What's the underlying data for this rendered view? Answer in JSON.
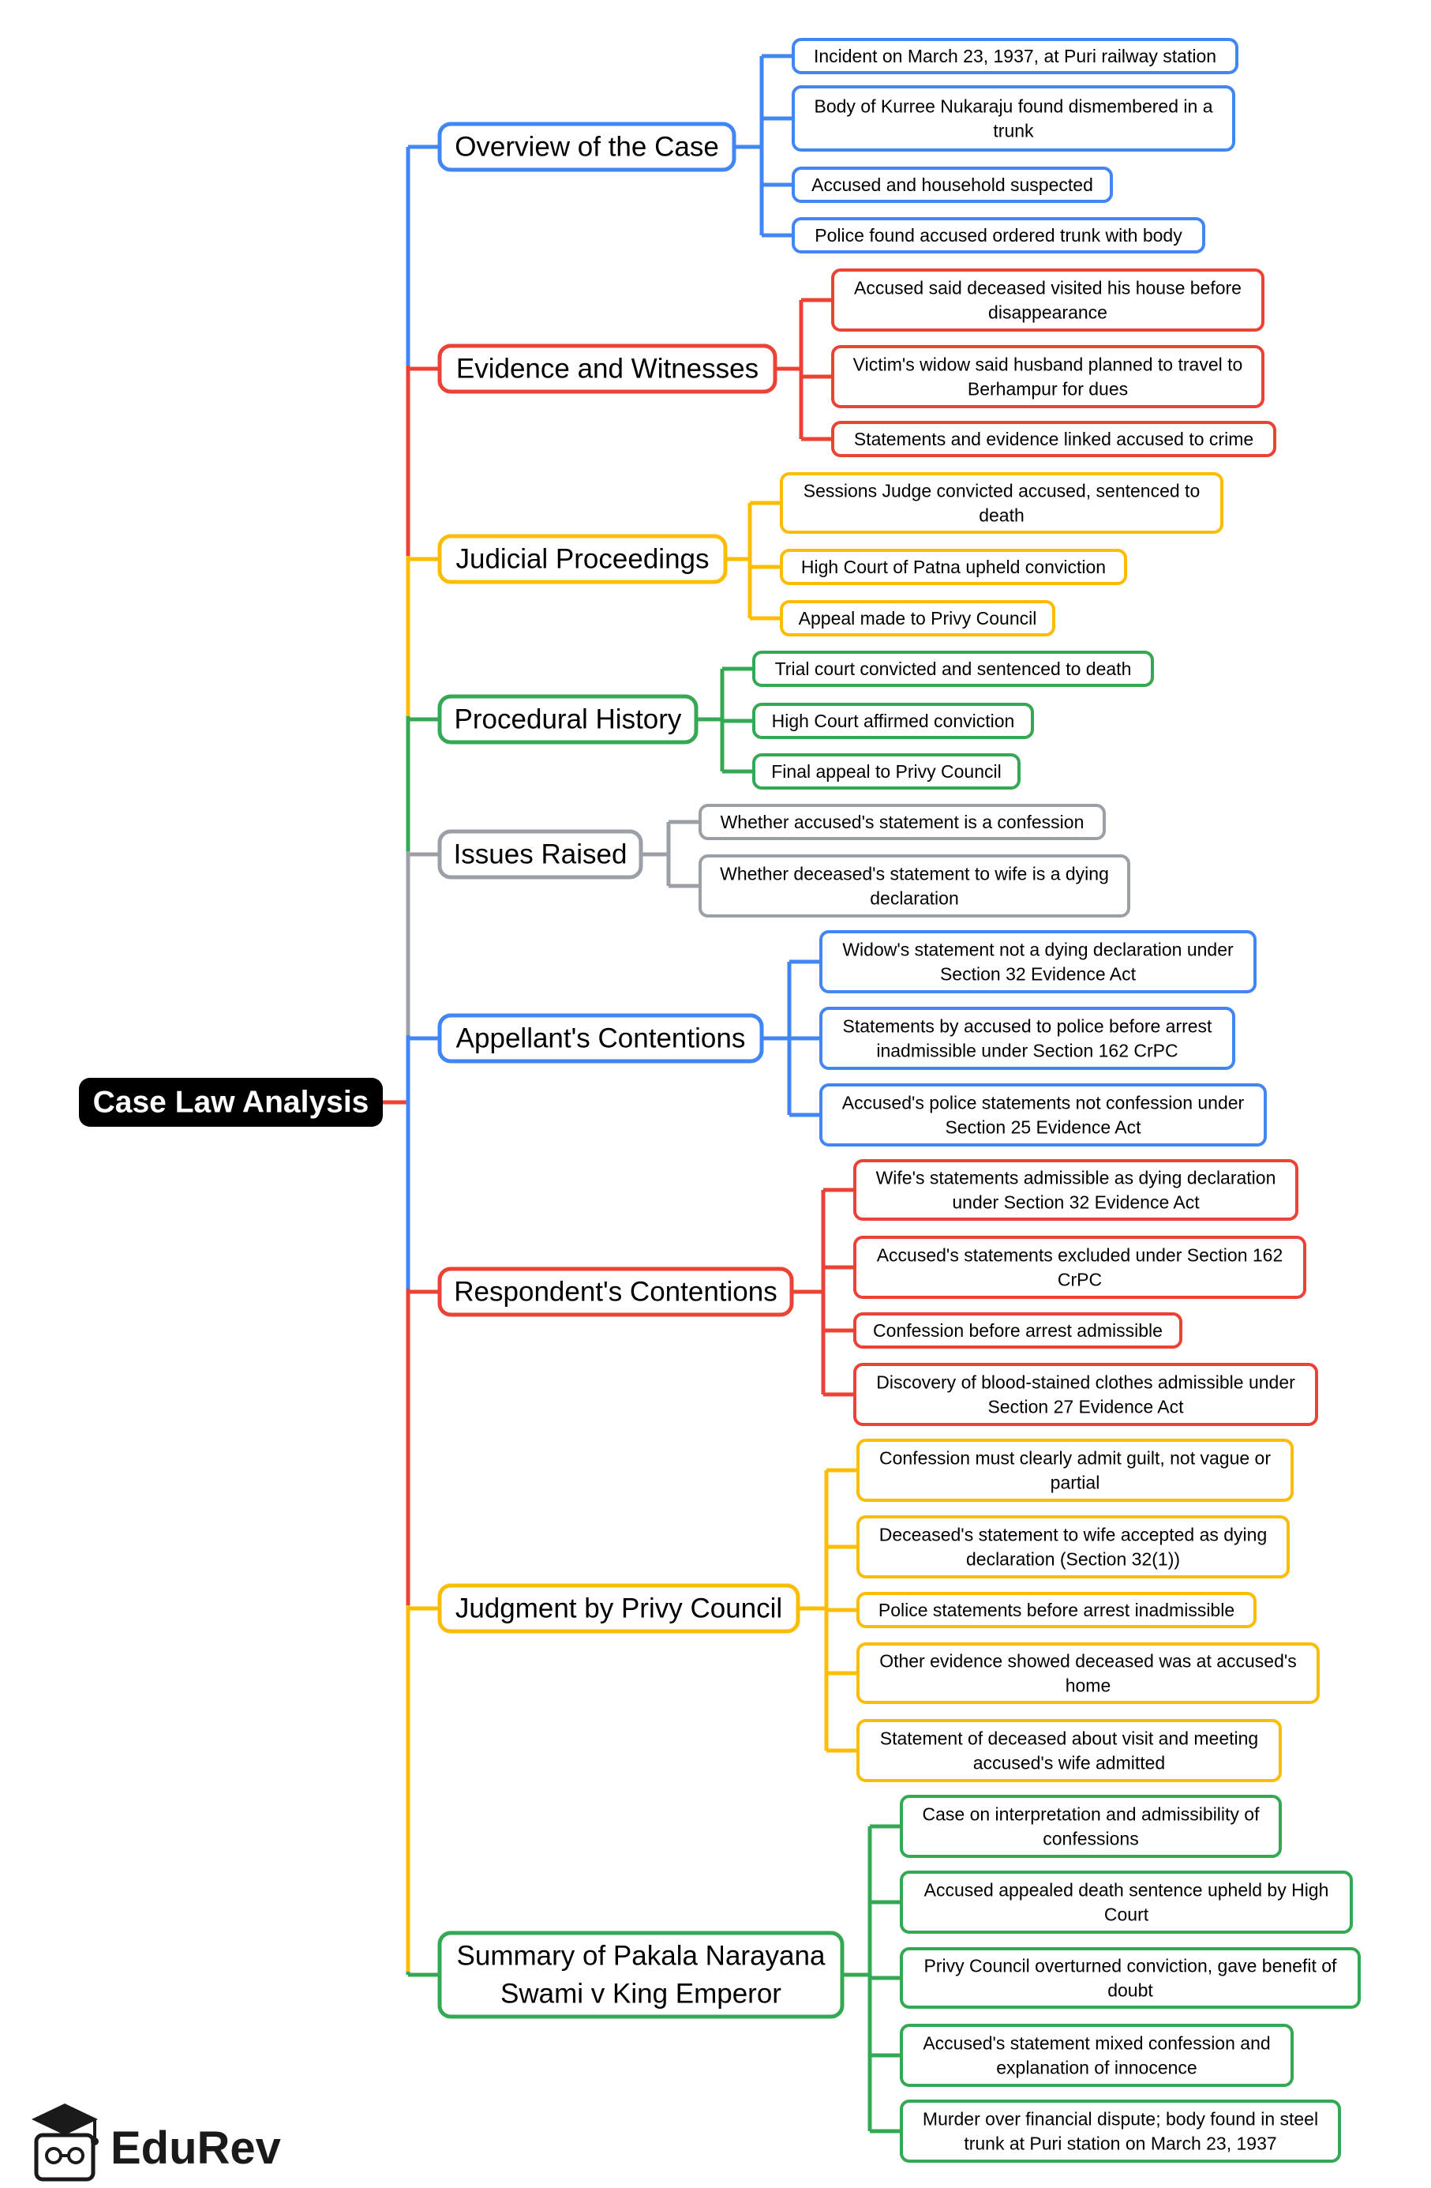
{
  "root": {
    "label": "Case Law Analysis",
    "color": "#000000"
  },
  "branches": [
    {
      "label": [
        "Overview of the Case"
      ],
      "color": "#4285F4",
      "items": [
        [
          "Incident on March 23, 1937, at Puri railway station"
        ],
        [
          "Body of Kurree Nukaraju found dismembered in a",
          "trunk"
        ],
        [
          "Accused and household suspected"
        ],
        [
          "Police found accused ordered trunk with body"
        ]
      ]
    },
    {
      "label": [
        "Evidence and Witnesses"
      ],
      "color": "#EA4335",
      "items": [
        [
          "Accused said deceased visited his house before",
          "disappearance"
        ],
        [
          "Victim's widow said husband planned to travel to",
          "Berhampur for dues"
        ],
        [
          "Statements and evidence linked accused to crime"
        ]
      ]
    },
    {
      "label": [
        "Judicial Proceedings"
      ],
      "color": "#FBBC04",
      "items": [
        [
          "Sessions Judge convicted accused, sentenced to",
          "death"
        ],
        [
          "High Court of Patna upheld conviction"
        ],
        [
          "Appeal made to Privy Council"
        ]
      ]
    },
    {
      "label": [
        "Procedural History"
      ],
      "color": "#34A853",
      "items": [
        [
          "Trial court convicted and sentenced to death"
        ],
        [
          "High Court affirmed conviction"
        ],
        [
          "Final appeal to Privy Council"
        ]
      ]
    },
    {
      "label": [
        "Issues Raised"
      ],
      "color": "#9AA0A6",
      "items": [
        [
          "Whether accused's statement is a confession"
        ],
        [
          "Whether deceased's statement to wife is a dying",
          "declaration"
        ]
      ]
    },
    {
      "label": [
        "Appellant's Contentions"
      ],
      "color": "#4285F4",
      "items": [
        [
          "Widow's statement not a dying declaration under",
          "Section 32 Evidence Act"
        ],
        [
          "Statements by accused to police before arrest",
          "inadmissible under Section 162 CrPC"
        ],
        [
          "Accused's police statements not confession under",
          "Section 25 Evidence Act"
        ]
      ]
    },
    {
      "label": [
        "Respondent's Contentions"
      ],
      "color": "#EA4335",
      "items": [
        [
          "Wife's statements admissible as dying declaration",
          "under Section 32 Evidence Act"
        ],
        [
          "Accused's statements excluded under Section 162",
          "CrPC"
        ],
        [
          "Confession before arrest admissible"
        ],
        [
          "Discovery of blood-stained clothes admissible under",
          "Section 27 Evidence Act"
        ]
      ]
    },
    {
      "label": [
        "Judgment by Privy Council"
      ],
      "color": "#FBBC04",
      "items": [
        [
          "Confession must clearly admit guilt, not vague or",
          "partial"
        ],
        [
          "Deceased's statement to wife accepted as dying",
          "declaration (Section 32(1))"
        ],
        [
          "Police statements before arrest inadmissible"
        ],
        [
          "Other evidence showed deceased was at accused's",
          "home"
        ],
        [
          "Statement of deceased about visit and meeting",
          "accused's wife admitted"
        ]
      ]
    },
    {
      "label": [
        "Summary of Pakala Narayana",
        "Swami v King Emperor"
      ],
      "color": "#34A853",
      "items": [
        [
          "Case on interpretation and admissibility of",
          "confessions"
        ],
        [
          "Accused appealed death sentence upheld by High",
          "Court"
        ],
        [
          "Privy Council overturned conviction, gave benefit of",
          "doubt"
        ],
        [
          "Accused's statement mixed confession and",
          "explanation of innocence"
        ],
        [
          "Murder over financial dispute; body found in steel",
          "trunk at Puri station on March 23, 1937"
        ]
      ]
    }
  ],
  "brand": {
    "name": "EduRev",
    "icon": "graduation-cap-icon"
  }
}
